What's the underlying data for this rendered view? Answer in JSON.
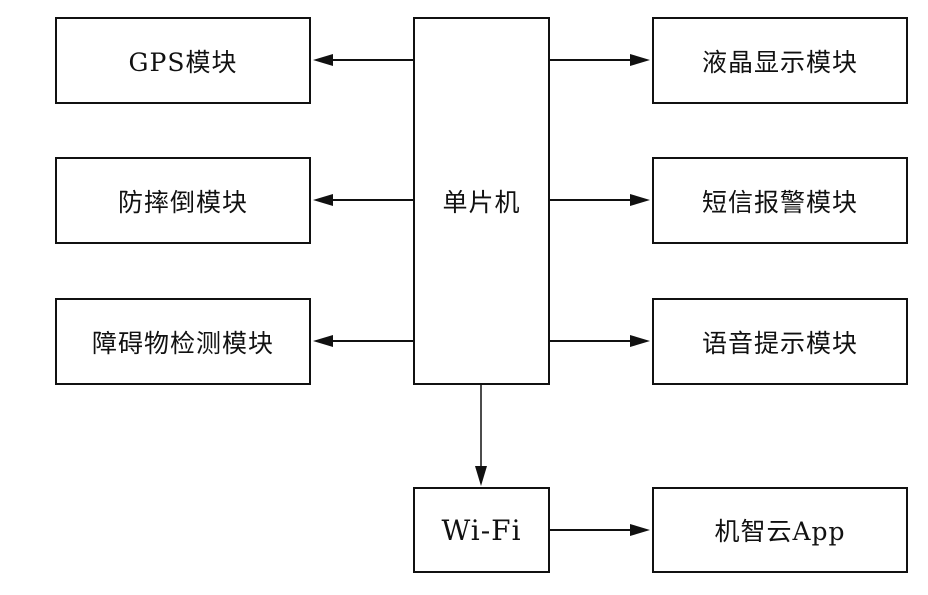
{
  "diagram": {
    "mcu": "单片机",
    "left_modules": [
      "GPS模块",
      "防摔倒模块",
      "障碍物检测模块"
    ],
    "right_modules": [
      "液晶显示模块",
      "短信报警模块",
      "语音提示模块"
    ],
    "wifi": "Wi-Fi",
    "cloud_app": "机智云App"
  }
}
